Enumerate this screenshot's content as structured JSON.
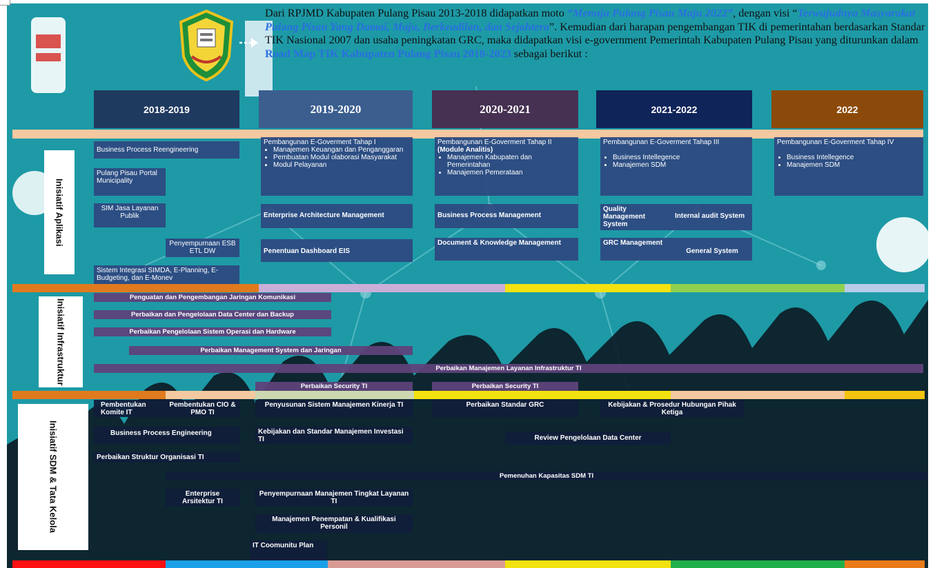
{
  "intro": {
    "p1": "Dari RPJMD Kabupaten Pulang Pisau 2013-2018 didapatkan moto ",
    "moto": "“Menuju Pulang Pisau Maju 2022”",
    "p2": ", dengan visi “",
    "visi": "Terwujudnya Masyarakat Pulang Pisau Yang Damai, Maju, Berkeadilan, dan Sejahtera",
    "p3": "”. Kemudian dari harapan pengembangan TIK di pemerintahan berdasarkan Standar TIK Nasional 2007 dan usaha peningkatan GRC, maka didapatkan visi e-government Pemerintah Kabupaten Pulang Pisau yang diturunkan dalam ",
    "roadmap": "Road Map TIK Kabupaten Pulang Pisau 2018-2023",
    "p4": " sebagai berikut :"
  },
  "years": [
    "2018-2019",
    "2019-2020",
    "2020-2021",
    "2021-2022",
    "2022"
  ],
  "side_labels": {
    "aplikasi": "Inisiatif Aplikasi",
    "infrastruktur": "Inisiatif Infrastruktur",
    "sdm": "Inisiatif SDM & Tata Kelola"
  },
  "aplikasi": {
    "bpr": "Business Process Reengineering",
    "portal": "Pulang Pisau Portal Municipality",
    "sim": "SIM Jasa Layanan Publik",
    "esb": "Penyempurnaan ESB ETL DW",
    "integrasi": "Sistem Integrasi SIMDA, E-Planning, E-Budgeting, dan E-Monev",
    "t1_title": "Pembangunan E-Goverment Tahap I",
    "t1_items": [
      "Manajemen Keuangan dan Penganggaran",
      "Pembuatan Modul olaborasi Masyarakat",
      "Modul Pelayanan"
    ],
    "eam": "Enterprise Architecture Management",
    "dashboard": "Penentuan Dashboard EIS",
    "t2_title": "Pembangunan E-Goverment Tahap II",
    "t2_sub": "(Module Analitis)",
    "t2_items": [
      "Manajemen Kabupaten dan Pemerintahan",
      "Manajemen Pemerataan"
    ],
    "bpm": "Business Process Management",
    "dkm": "Document & Knowledge Management",
    "t3_title": "Pembangunan E-Goverment Tahap III",
    "t3_items": [
      "Business Intellegence",
      "Manajemen SDM"
    ],
    "qms": "Quality Management System",
    "audit": "Internal audit System",
    "grc": "GRC Management",
    "general": "General System",
    "t4_title": "Pembangunan E-Goverment Tahap IV",
    "t4_items": [
      "Business Intellegence",
      "Manajemen SDM"
    ]
  },
  "infrastruktur": {
    "b1": "Penguatan dan Pengembangan Jaringan Komunikasi",
    "b2": "Perbaikan dan Pengelolaan Data Center dan Backup",
    "b3": "Perbaikan Pengelolaan Sistem Operasi dan Hardware",
    "b4": "Perbaikan Management System dan Jaringan",
    "b5": "Perbaikan Manajemen Layanan Infrastruktur TI",
    "b6": "Perbaikan Security TI",
    "b7": "Perbaikan Security TI"
  },
  "sdm": {
    "komite": "Pembentukan Komite IT",
    "cio": "Pembentukan CIO & PMO TI",
    "kinerja": "Penyusunan Sistem Manajemen Kinerja TI",
    "grc": "Perbaikan Standar GRC",
    "kebijakan3": "Kebijakan & Prosedur Hubungan Pihak Ketiga",
    "bpe": "Business Process Engineering",
    "investasi": "Kebijakan dan Standar Manajemen Investasi TI",
    "datacenter": "Review Pengelolaan Data Center",
    "struktur": "Perbaikan Struktur Organisasi TI",
    "kapasitas": "Pemenuhan Kapasitas SDM TI",
    "ea": "Enterprise Arsitektur TI",
    "sla": "Penyempurnaan Manajemen Tingkat Layanan TI",
    "personil": "Manajemen Penempatan & Kualifikasi Personil",
    "itplan": "IT Coomunitu Plan"
  },
  "colors": {
    "background": "#1d9aa6",
    "year1": "#1f3a5f",
    "year2": "#3b5e8f",
    "year3": "#463152",
    "year4": "#0f2459",
    "year5": "#8c4a0a",
    "timeline": "#f4c8a0"
  }
}
